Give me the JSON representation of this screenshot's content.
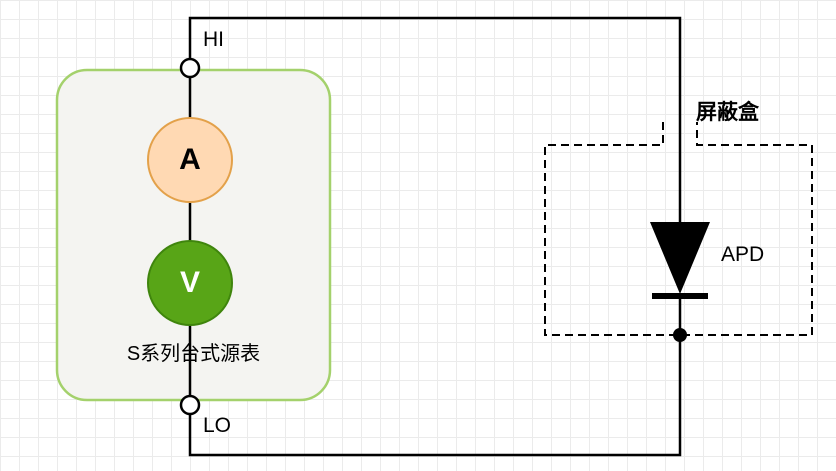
{
  "labels": {
    "hi": "HI",
    "lo": "LO",
    "ammeter": "A",
    "voltmeter": "V",
    "source_meter": "S系列台式源表",
    "shield_box": "屏蔽盒",
    "apd": "APD"
  },
  "colors": {
    "wire": "#000000",
    "ammeter_fill": "#ffd9b3",
    "ammeter_stroke": "#e3a14a",
    "voltmeter_fill": "#58a517",
    "voltmeter_stroke": "#3f850d",
    "source_box_fill": "#f4f4f1",
    "source_box_stroke": "#a4d16c",
    "terminal_fill": "#ffffff"
  }
}
